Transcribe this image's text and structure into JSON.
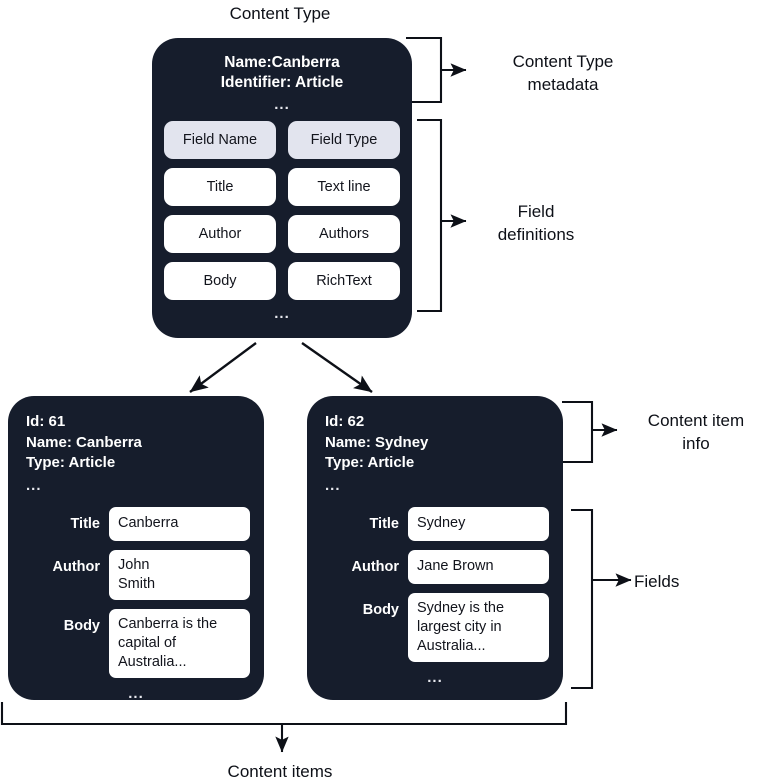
{
  "diagram": {
    "title_top": "Content Type",
    "title_bottom": "Content items",
    "ellipsis": "..."
  },
  "content_type": {
    "name_line": "Name:Canberra",
    "identifier_line": "Identifier: Article",
    "ellipsis": "...",
    "field_table": {
      "headers": [
        "Field Name",
        "Field Type"
      ],
      "rows": [
        [
          "Title",
          "Text line"
        ],
        [
          "Author",
          "Authors"
        ],
        [
          "Body",
          "RichText"
        ]
      ]
    },
    "bottom_ellipsis": "..."
  },
  "content_items": [
    {
      "id_line": "Id: 61",
      "name_line": "Name: Canberra",
      "type_line": "Type: Article",
      "ellipsis": "...",
      "fields": [
        {
          "label": "Title",
          "value": "Canberra",
          "multiline": false
        },
        {
          "label": "Author",
          "value": "John\nSmith",
          "multiline": true
        },
        {
          "label": "Body",
          "value": "Canberra is the\ncapital of\nAustralia...",
          "multiline": true
        }
      ],
      "bottom_ellipsis": "..."
    },
    {
      "id_line": "Id: 62",
      "name_line": "Name: Sydney",
      "type_line": "Type: Article",
      "ellipsis": "...",
      "fields": [
        {
          "label": "Title",
          "value": "Sydney",
          "multiline": false
        },
        {
          "label": "Author",
          "value": "Jane Brown",
          "multiline": false
        },
        {
          "label": "Body",
          "value": "Sydney is the\nlargest city in\nAustralia...",
          "multiline": true
        }
      ],
      "bottom_ellipsis": "..."
    }
  ],
  "annotations": {
    "content_type_metadata": "Content Type\nmetadata",
    "field_definitions": "Field\ndefinitions",
    "content_item_info": "Content item\ninfo",
    "fields": "Fields"
  },
  "colors": {
    "card_bg": "#161d2c",
    "chip_bg": "#ffffff",
    "chip_header_bg": "#e2e4ee",
    "text_light": "#ffffff",
    "text_dark": "#12141c",
    "stroke": "#0d1017",
    "page_bg": "#ffffff"
  }
}
